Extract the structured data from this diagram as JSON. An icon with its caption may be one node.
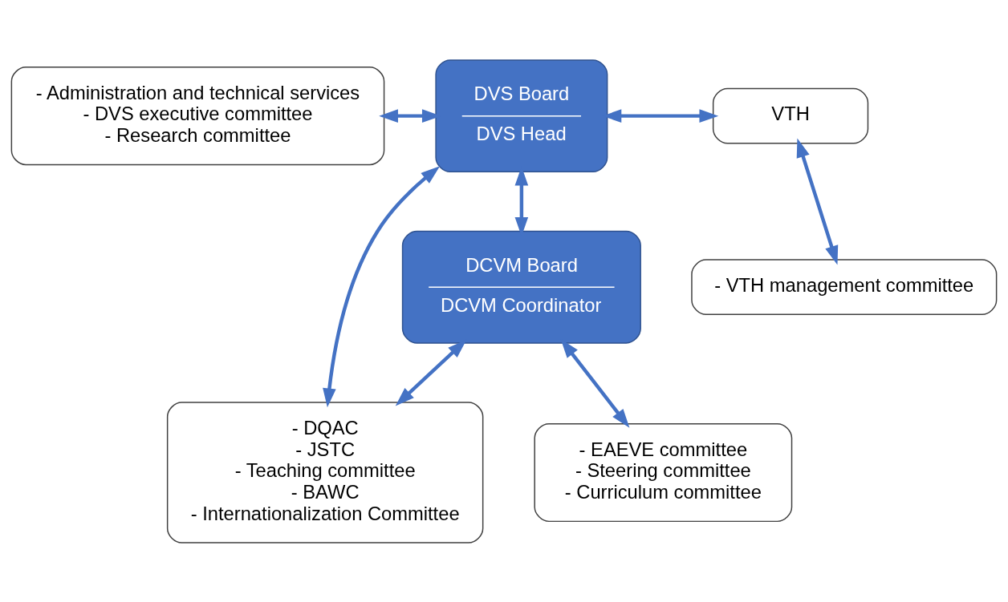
{
  "diagram": {
    "nodes": [
      {
        "text": [
          "DVS Board",
          "DVS Head"
        ]
      },
      {
        "text": [
          "- Administration and technical services",
          "- DVS executive committee",
          "- Research committee"
        ]
      },
      {
        "text": [
          "VTH"
        ]
      },
      {
        "text": [
          "- VTH management committee"
        ]
      },
      {
        "text": [
          "DCVM Board",
          "DCVM Coordinator"
        ]
      },
      {
        "text": [
          "- DQAC",
          "- JSTC",
          "- Teaching committee",
          "- BAWC",
          "- Internationalization Committee"
        ]
      },
      {
        "text": [
          "- EAEVE committee",
          "- Steering committee",
          "- Curriculum committee"
        ]
      }
    ],
    "edges": [
      {
        "from": 1,
        "to": 0,
        "arrow": "both"
      },
      {
        "from": 0,
        "to": 2,
        "arrow": "both"
      },
      {
        "from": 0,
        "to": 4,
        "arrow": "both"
      },
      {
        "from": 0,
        "to": 5,
        "arrow": "both"
      },
      {
        "from": 2,
        "to": 3,
        "arrow": "both"
      },
      {
        "from": 4,
        "to": 5,
        "arrow": "both"
      },
      {
        "from": 4,
        "to": 6,
        "arrow": "both"
      }
    ]
  }
}
